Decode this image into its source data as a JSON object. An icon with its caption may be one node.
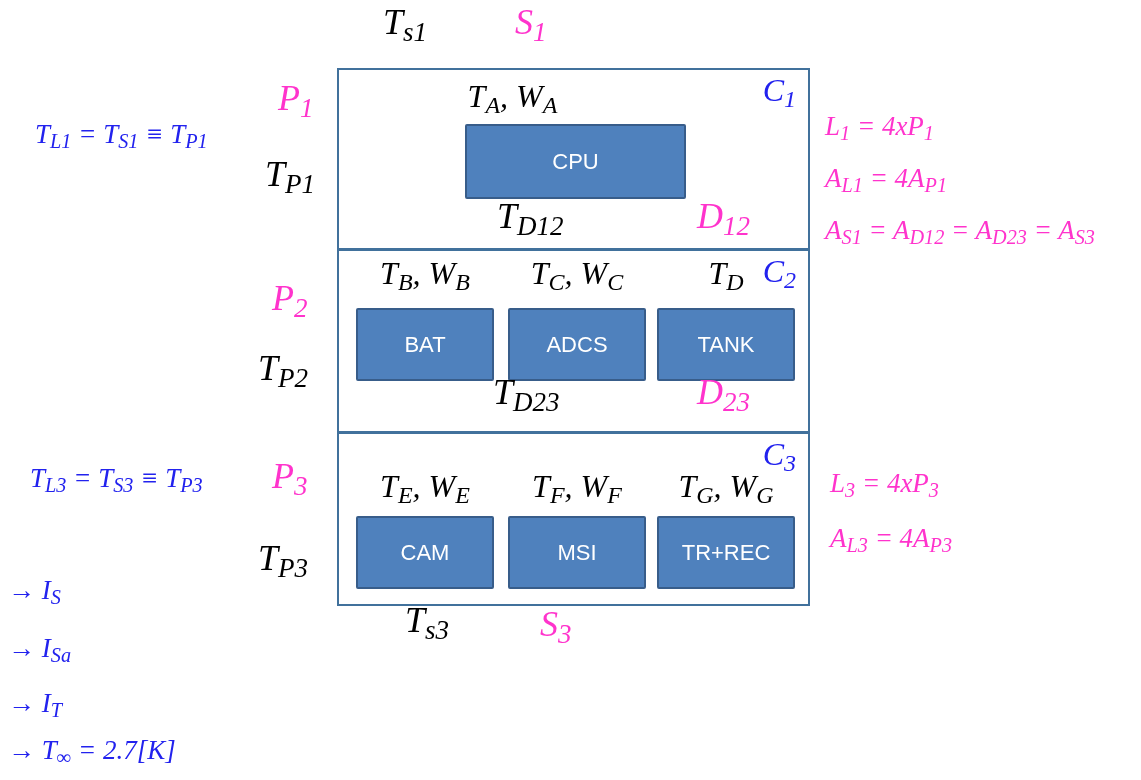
{
  "diagram": {
    "nodes": [
      {
        "text": [
          "C$_{1}$"
        ]
      },
      {
        "text": [
          "CPU"
        ],
        "in": 0,
        "beside": [
          "T$_{A}$, W$_{A}$"
        ]
      },
      {
        "text": [
          "C$_{2}$"
        ]
      },
      {
        "text": [
          "BAT"
        ],
        "in": 2,
        "beside": [
          "T$_{B}$, W$_{B}$"
        ]
      },
      {
        "text": [
          "ADCS"
        ],
        "in": 2,
        "beside": [
          "T$_{C}$, W$_{C}$"
        ]
      },
      {
        "text": [
          "TANK"
        ],
        "in": 2,
        "beside": [
          "T$_{D}$"
        ]
      },
      {
        "text": [
          "C$_{3}$"
        ]
      },
      {
        "text": [
          "CAM"
        ],
        "in": 6,
        "beside": [
          "T$_{E}$, W$_{E}$"
        ]
      },
      {
        "text": [
          "MSI"
        ],
        "in": 6,
        "beside": [
          "T$_{F}$, W$_{F}$"
        ]
      },
      {
        "text": [
          "TR+REC"
        ],
        "in": 6,
        "beside": [
          "T$_{G}$, W$_{G}$"
        ]
      }
    ],
    "edges": [],
    "labels": [
      "T$_{s1}$",
      "S$_{1}$",
      "P$_{1}$",
      "T$_{L1}$ = T$_{S1}$ ≡ T$_{P1}$",
      "L$_{1}$ = 4xP$_{1}$",
      "T$_{P1}$",
      "A$_{L1}$ = 4A$_{P1}$",
      "T$_{D12}$",
      "D$_{12}$",
      "A$_{S1}$ = A$_{D12}$ = A$_{D23}$ = A$_{S3}$",
      "P$_{2}$",
      "T$_{P2}$",
      "T$_{D23}$",
      "D$_{23}$",
      "T$_{L3}$ = T$_{S3}$ ≡ T$_{P3}$",
      "P$_{3}$",
      "L$_{3}$ = 4xP$_{3}$",
      "A$_{L3}$ = 4A$_{P3}$",
      "T$_{P3}$",
      "→ I$_{S}$",
      "T$_{s3}$",
      "S$_{3}$",
      "→ I$_{Sa}$",
      "→ I$_{T}$",
      "→ T$_{∞}$ = 2.7[K]"
    ]
  }
}
